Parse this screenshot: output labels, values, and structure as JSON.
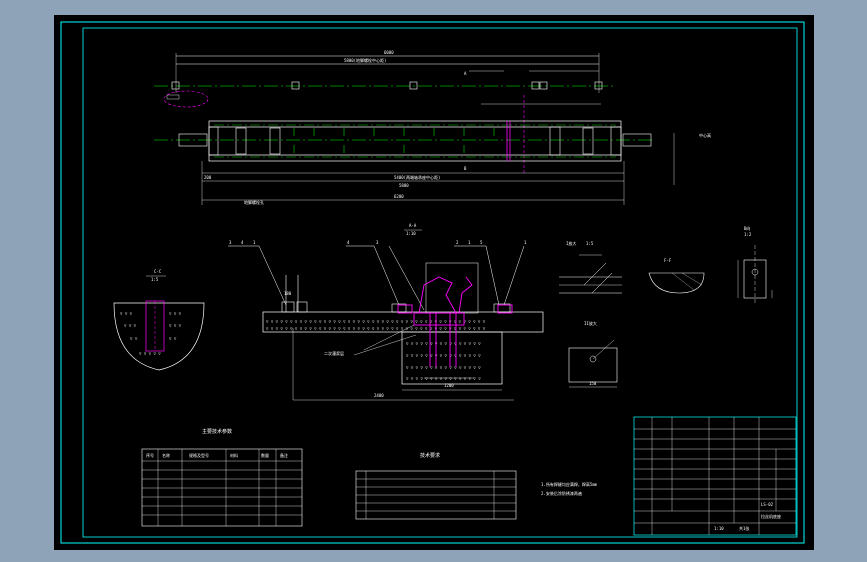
{
  "colors": {
    "background": "#8ea3b7",
    "sheet": "#000000",
    "frame": "#00ffff",
    "geometry": "#ffffff",
    "centerline": "#00ff00",
    "highlight": "#ff00ff",
    "dimension": "#ffffff"
  },
  "views": {
    "section_a": "A",
    "section_b": "B",
    "section_c": "C-C",
    "detail_1": "1:5",
    "detail_2": "1:2",
    "scale_main": "1:10",
    "scale_right": "1:5"
  },
  "notes": {
    "title_1": "主要技术参数",
    "title_2": "技术要求",
    "note_1": "1.所有焊缝均应满焊，焊高5mm",
    "note_2": "2.安装后涂防锈漆两遍"
  },
  "tables": {
    "left_headers": [
      "序号",
      "名称",
      "规格及型号",
      "材料",
      "数量",
      "备注"
    ],
    "title_block": {
      "drawing_name": "拉丝机底座",
      "drawing_no": "LS-02",
      "scale": "1:10",
      "sheet": "共1张"
    }
  }
}
